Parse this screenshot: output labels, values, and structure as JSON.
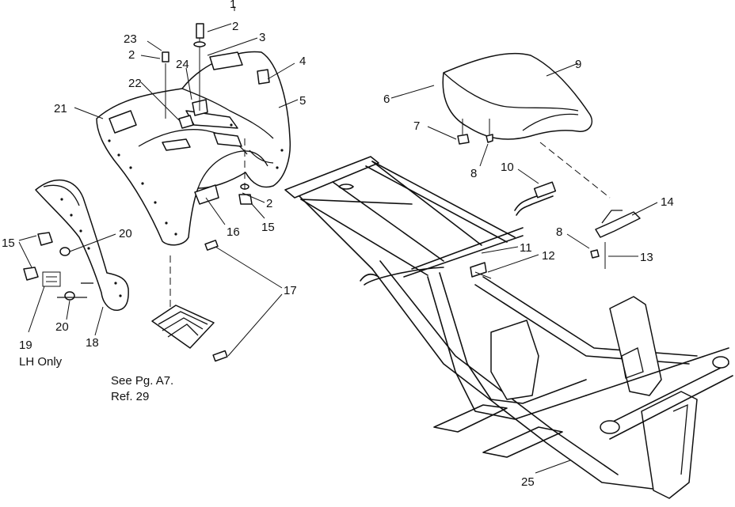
{
  "callouts": [
    {
      "id": "c1",
      "text": "1"
    },
    {
      "id": "c2a",
      "text": "2"
    },
    {
      "id": "c2b",
      "text": "2"
    },
    {
      "id": "c2c",
      "text": "2"
    },
    {
      "id": "c3",
      "text": "3"
    },
    {
      "id": "c4",
      "text": "4"
    },
    {
      "id": "c5",
      "text": "5"
    },
    {
      "id": "c6",
      "text": "6"
    },
    {
      "id": "c7",
      "text": "7"
    },
    {
      "id": "c8a",
      "text": "8"
    },
    {
      "id": "c8b",
      "text": "8"
    },
    {
      "id": "c9",
      "text": "9"
    },
    {
      "id": "c10",
      "text": "10"
    },
    {
      "id": "c11",
      "text": "11"
    },
    {
      "id": "c12",
      "text": "12"
    },
    {
      "id": "c13",
      "text": "13"
    },
    {
      "id": "c14",
      "text": "14"
    },
    {
      "id": "c15a",
      "text": "15"
    },
    {
      "id": "c15b",
      "text": "15"
    },
    {
      "id": "c16",
      "text": "16"
    },
    {
      "id": "c17",
      "text": "17"
    },
    {
      "id": "c18",
      "text": "18"
    },
    {
      "id": "c19",
      "text": "19"
    },
    {
      "id": "c20a",
      "text": "20"
    },
    {
      "id": "c20b",
      "text": "20"
    },
    {
      "id": "c21",
      "text": "21"
    },
    {
      "id": "c22",
      "text": "22"
    },
    {
      "id": "c23",
      "text": "23"
    },
    {
      "id": "c24",
      "text": "24"
    },
    {
      "id": "c25",
      "text": "25"
    }
  ],
  "notes": {
    "lh_only": "LH Only",
    "see_page_line1": "See Pg. A7.",
    "see_page_line2": "Ref. 29"
  }
}
